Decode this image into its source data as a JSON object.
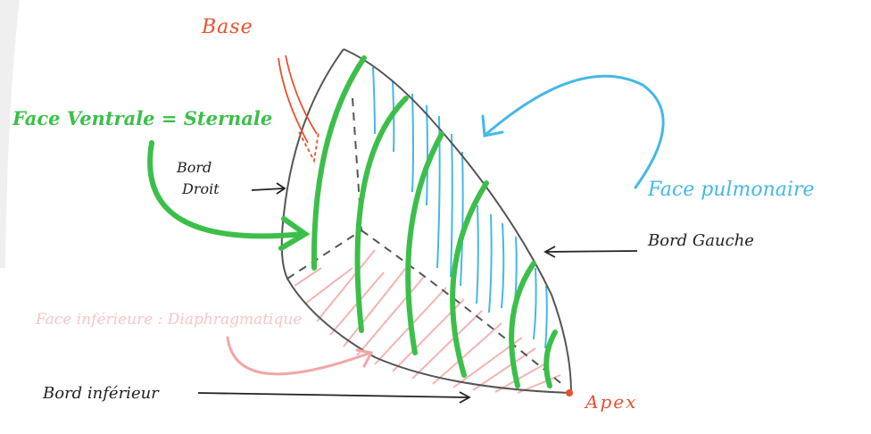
{
  "labels": {
    "base": "Base",
    "face_ventrale": "Face Ventrale = Sternale",
    "bord_droit_line1": "Bord",
    "bord_droit_line2": "Droit",
    "face_pulmonaire": "Face pulmonaire",
    "bord_gauche": "Bord Gauche",
    "face_inferieure": "Face inférieure : Diaphragmatique",
    "bord_inferieur": "Bord inférieur",
    "apex": "Apex"
  },
  "colors": {
    "green": "#3cbf4a",
    "blue": "#45b8e6",
    "red": "#e8512d",
    "pink": "#f2a6a6",
    "ink": "#222222"
  }
}
